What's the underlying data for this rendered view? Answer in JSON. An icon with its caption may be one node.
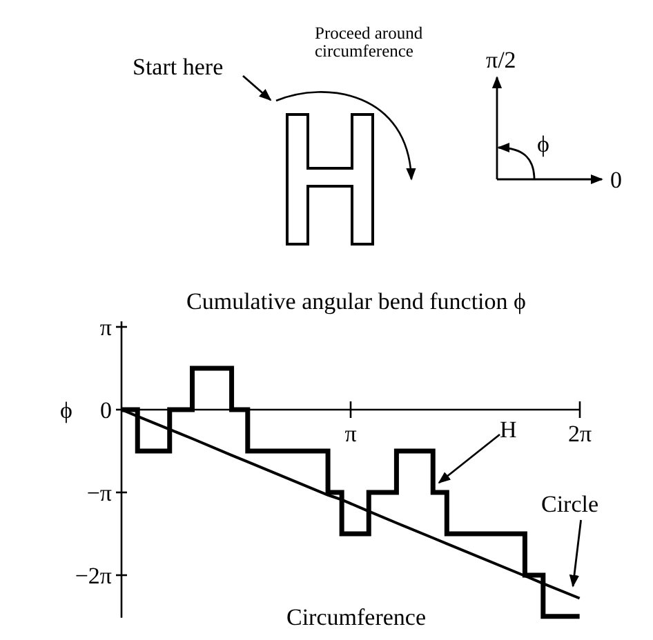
{
  "diagram": {
    "nodes": [
      {
        "text": [
          "Start here"
        ]
      },
      {
        "text": [],
        "shape": "picture"
      },
      {
        "text": [
          "H"
        ]
      },
      {
        "text": [
          "Circle"
        ]
      }
    ],
    "edges": [
      {
        "from": 0,
        "to": 1,
        "arrow": "to"
      },
      {
        "from": 2,
        "to": null,
        "arrow": "to"
      },
      {
        "from": 3,
        "to": null,
        "arrow": "to"
      }
    ],
    "labels": [
      "Proceed around circumference",
      "π/2",
      "ϕ",
      "0"
    ],
    "chart_data": {
      "type": "line",
      "title": "Cumulative angular bend function ϕ",
      "xlabel": "Circumference",
      "ylabel": "ϕ",
      "x": [
        0,
        0.22,
        0.22,
        0.66,
        0.66,
        0.97,
        0.97,
        1.51,
        1.51,
        1.73,
        1.73,
        2.83,
        2.83,
        3.02,
        3.02,
        3.39,
        3.39,
        3.77,
        3.77,
        4.27,
        4.27,
        4.46,
        4.46,
        5.53,
        5.53,
        5.78,
        5.78,
        6.28
      ],
      "series": [
        {
          "color": "#000000",
          "values": [
            0,
            0,
            -1.57,
            -1.57,
            0,
            0,
            1.57,
            1.57,
            0,
            0,
            -1.57,
            -1.57,
            -3.14,
            -3.14,
            -4.71,
            -4.71,
            -3.14,
            -3.14,
            -1.57,
            -1.57,
            -3.14,
            -3.14,
            -4.71,
            -4.71,
            -6.28,
            -6.28,
            -7.85,
            -7.85
          ]
        },
        {
          "color": "#000000",
          "values": [
            0,
            -0.25,
            -0.25,
            -0.75,
            -0.75,
            -1.1,
            -1.1,
            -1.73,
            -1.73,
            -1.98,
            -1.98,
            -3.24,
            -3.24,
            -3.42,
            -3.42,
            -3.86,
            -3.86,
            -4.3,
            -4.3,
            -4.87,
            -4.87,
            -5.09,
            -5.09,
            -6.31,
            -6.31,
            -6.6,
            -6.6,
            -7.16
          ]
        }
      ],
      "xlim": [
        0,
        6.2832
      ],
      "ylim": [
        -7.9,
        3.35
      ],
      "xticks": [
        {
          "value": 3.1416,
          "label": "π"
        },
        {
          "value": 6.2832,
          "label": "2π"
        }
      ],
      "yticks": [
        {
          "value": 3.1416,
          "label": "π"
        },
        {
          "value": 0,
          "label": "0"
        },
        {
          "value": -3.1416,
          "label": "−π"
        },
        {
          "value": -6.2832,
          "label": "−2π"
        }
      ]
    }
  }
}
